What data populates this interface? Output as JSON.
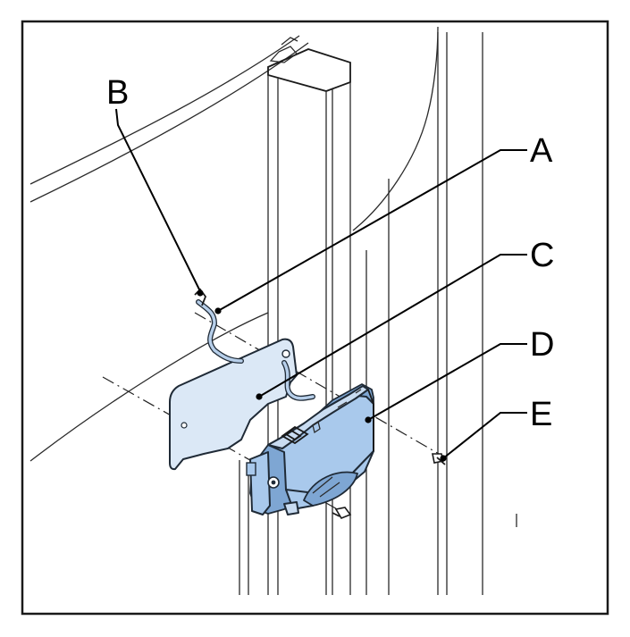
{
  "callouts": {
    "a": "A",
    "b": "B",
    "c": "C",
    "d": "D",
    "e": "E"
  },
  "colors": {
    "part_blue": "#a9c9ec",
    "part_light_blue": "#c9dcf1",
    "plate_blue": "#dbe8f6",
    "line": "#1a1a1a"
  }
}
